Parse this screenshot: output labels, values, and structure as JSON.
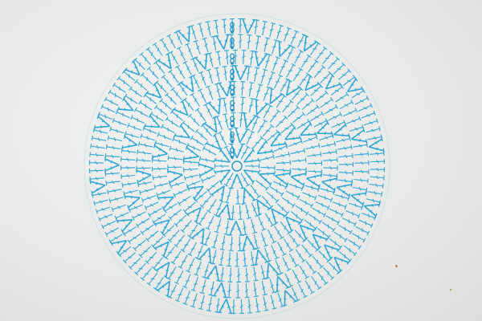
{
  "diagram": {
    "kind": "crochet-round-chart",
    "rounds": 9,
    "symbols": {
      "chain": "oval",
      "magic_ring": "circle",
      "double_crochet": "T-with-slash",
      "increase": "V",
      "decrease": "A"
    },
    "round_stitch_counts": [
      12,
      24,
      36,
      48,
      60,
      72,
      84,
      96,
      108
    ],
    "colors": {
      "background": "#e9eae8",
      "stitch": "#2fa6d3",
      "stitch_dark": "#1f8fbf"
    },
    "icons": [
      "magic-ring-icon",
      "chain-icon",
      "double-crochet-icon",
      "increase-v-icon"
    ]
  }
}
